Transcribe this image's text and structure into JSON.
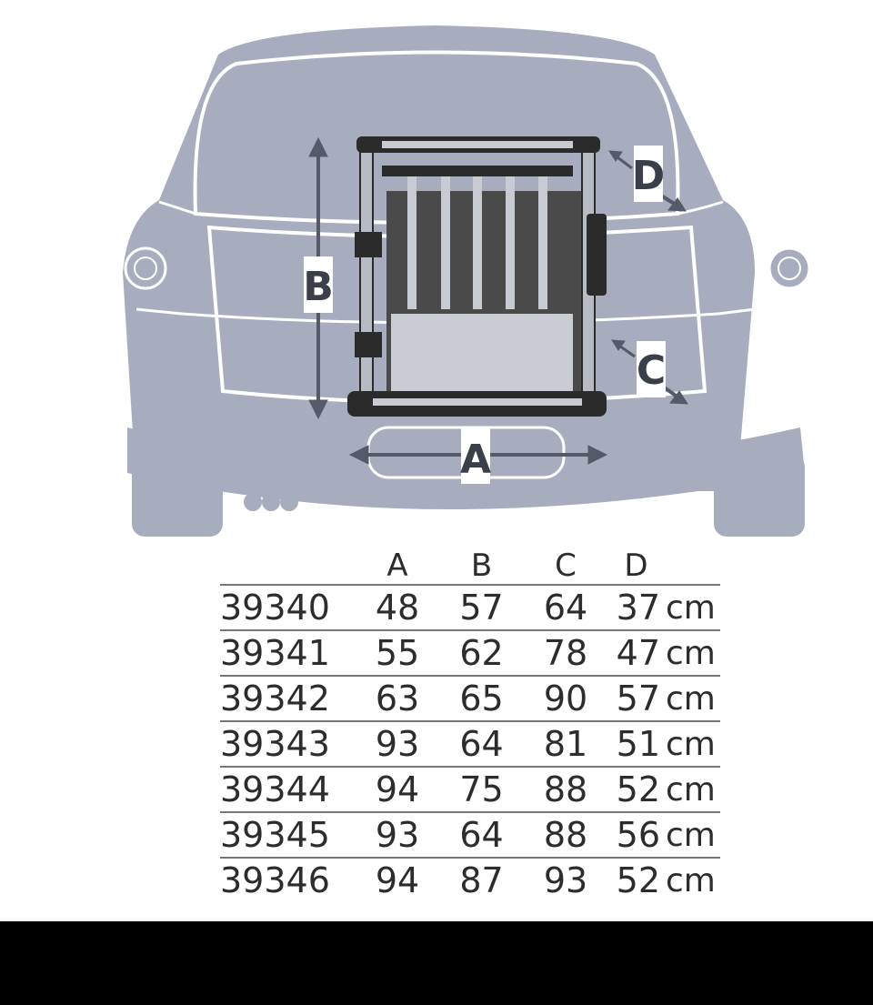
{
  "diagram": {
    "dimension_labels": {
      "a": "A",
      "b": "B",
      "c": "C",
      "d": "D"
    }
  },
  "table": {
    "headers": [
      "",
      "A",
      "B",
      "C",
      "D",
      ""
    ],
    "rows": [
      {
        "article": "39340",
        "a": "48",
        "b": "57",
        "c": "64",
        "d": "37",
        "unit": "cm"
      },
      {
        "article": "39341",
        "a": "55",
        "b": "62",
        "c": "78",
        "d": "47",
        "unit": "cm"
      },
      {
        "article": "39342",
        "a": "63",
        "b": "65",
        "c": "90",
        "d": "57",
        "unit": "cm"
      },
      {
        "article": "39343",
        "a": "93",
        "b": "64",
        "c": "81",
        "d": "51",
        "unit": "cm"
      },
      {
        "article": "39344",
        "a": "94",
        "b": "75",
        "c": "88",
        "d": "52",
        "unit": "cm"
      },
      {
        "article": "39345",
        "a": "93",
        "b": "64",
        "c": "88",
        "d": "56",
        "unit": "cm"
      },
      {
        "article": "39346",
        "a": "94",
        "b": "87",
        "c": "93",
        "d": "52",
        "unit": "cm"
      }
    ]
  },
  "colors": {
    "car_body": "#a7adbf",
    "car_outline": "#ffffff",
    "crate_frame": "#2b2b2b",
    "crate_bar": "#c8ccd2",
    "arrow": "#555a68",
    "table_text": "#2c2c2c",
    "rule": "#777777",
    "footer": "#000000"
  }
}
